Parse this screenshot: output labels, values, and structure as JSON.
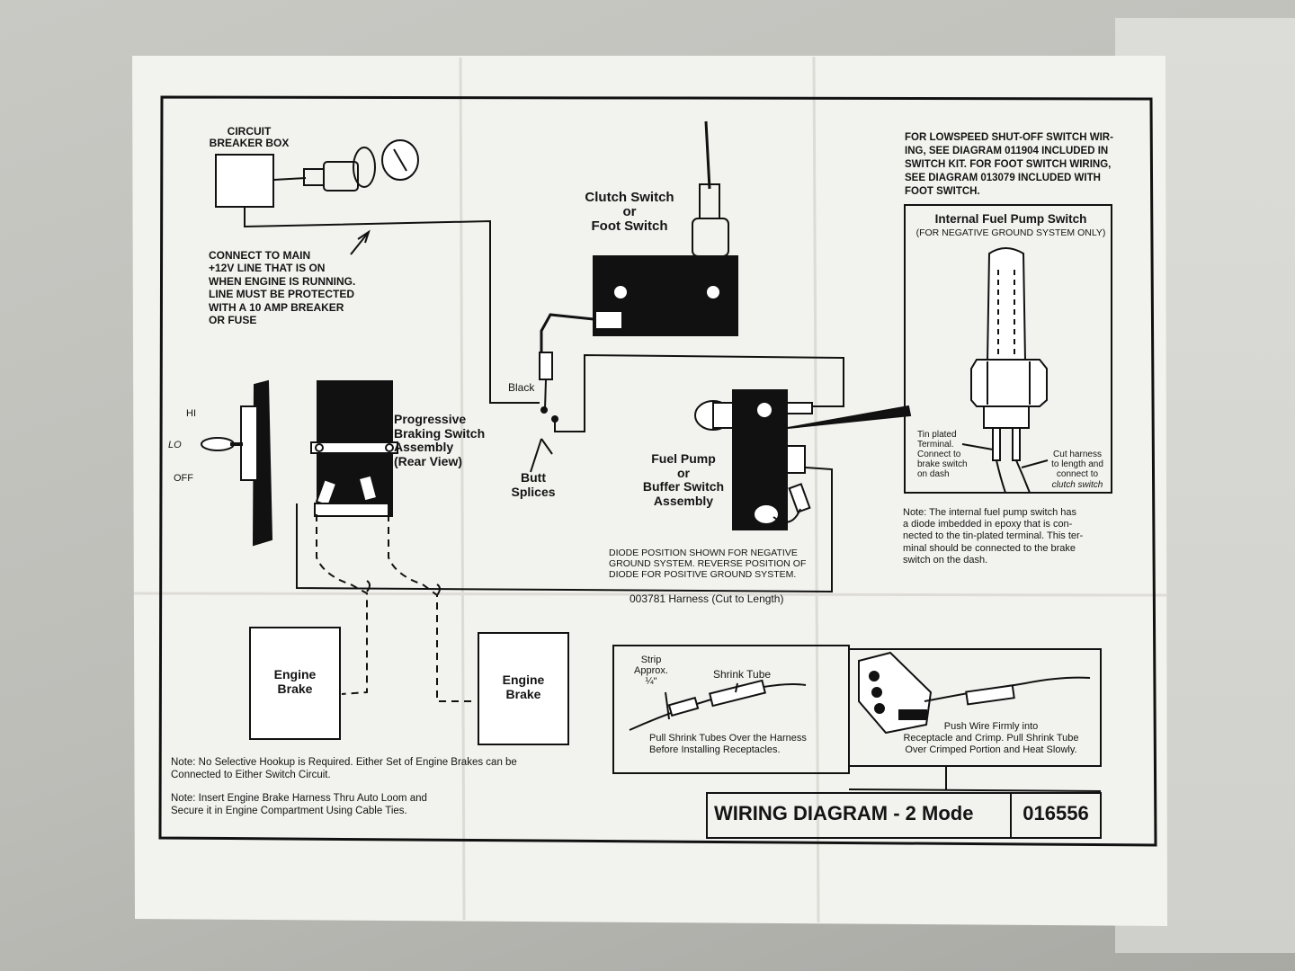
{
  "diagram": {
    "circuit_breaker_box": "CIRCUIT\nBREAKER BOX",
    "connect_main_note": "CONNECT TO MAIN\n+12V LINE THAT IS ON\nWHEN ENGINE IS RUNNING.\nLINE MUST BE PROTECTED\nWITH A 10 AMP BREAKER\nOR FUSE",
    "clutch_switch": "Clutch Switch\nor\nFoot Switch",
    "lowspeed_note": "FOR LOWSPEED SHUT-OFF SWITCH WIR-\nING, SEE DIAGRAM 011904 INCLUDED IN\nSWITCH KIT. FOR FOOT SWITCH WIRING,\nSEE DIAGRAM 013079 INCLUDED WITH\nFOOT SWITCH.",
    "internal_pump_title": "Internal Fuel Pump Switch",
    "internal_pump_sub": "(FOR NEGATIVE GROUND SYSTEM ONLY)",
    "tin_plated": "Tin plated\nTerminal.\nConnect to\nbrake switch\non dash",
    "cut_harness_line1": "Cut harness\nto length and\nconnect to",
    "cut_harness_line2": "clutch switch",
    "internal_note_label": "Note:",
    "internal_note": "Note: The internal fuel pump switch has\na diode imbedded in epoxy that is con-\nnected to the tin-plated terminal. This ter-\nminal should be connected to the brake\nswitch on the dash.",
    "hi": "HI",
    "lo": "LO",
    "off": "OFF",
    "progressive": "Progressive\nBraking Switch\nAssembly\n(Rear View)",
    "black": "Black",
    "butt_splices": "Butt\nSplices",
    "fuel_pump": "Fuel Pump\nor\nBuffer Switch\nAssembly",
    "diode_note": "DIODE POSITION SHOWN FOR NEGATIVE\nGROUND SYSTEM. REVERSE POSITION OF\nDIODE FOR POSITIVE GROUND SYSTEM.",
    "harness": "003781 Harness (Cut to Length)",
    "engine_brake_1": "Engine\nBrake",
    "engine_brake_2": "Engine\nBrake",
    "strip": "Strip\nApprox.\n¼\"",
    "shrink_tube": "Shrink Tube",
    "pull_shrink": "Pull Shrink Tubes Over the Harness\nBefore Installing Receptacles.",
    "push_wire": "Push Wire Firmly into\nReceptacle and Crimp. Pull Shrink Tube\nOver Crimped Portion and Heat Slowly.",
    "note1": "Note:  No Selective Hookup is Required. Either Set of Engine Brakes can be\n           Connected to Either Switch Circuit.",
    "note2": "Note:  Insert Engine Brake Harness Thru Auto Loom and\n           Secure it in Engine Compartment Using Cable Ties.",
    "title": "WIRING DIAGRAM - 2 Mode",
    "number": "016556"
  }
}
